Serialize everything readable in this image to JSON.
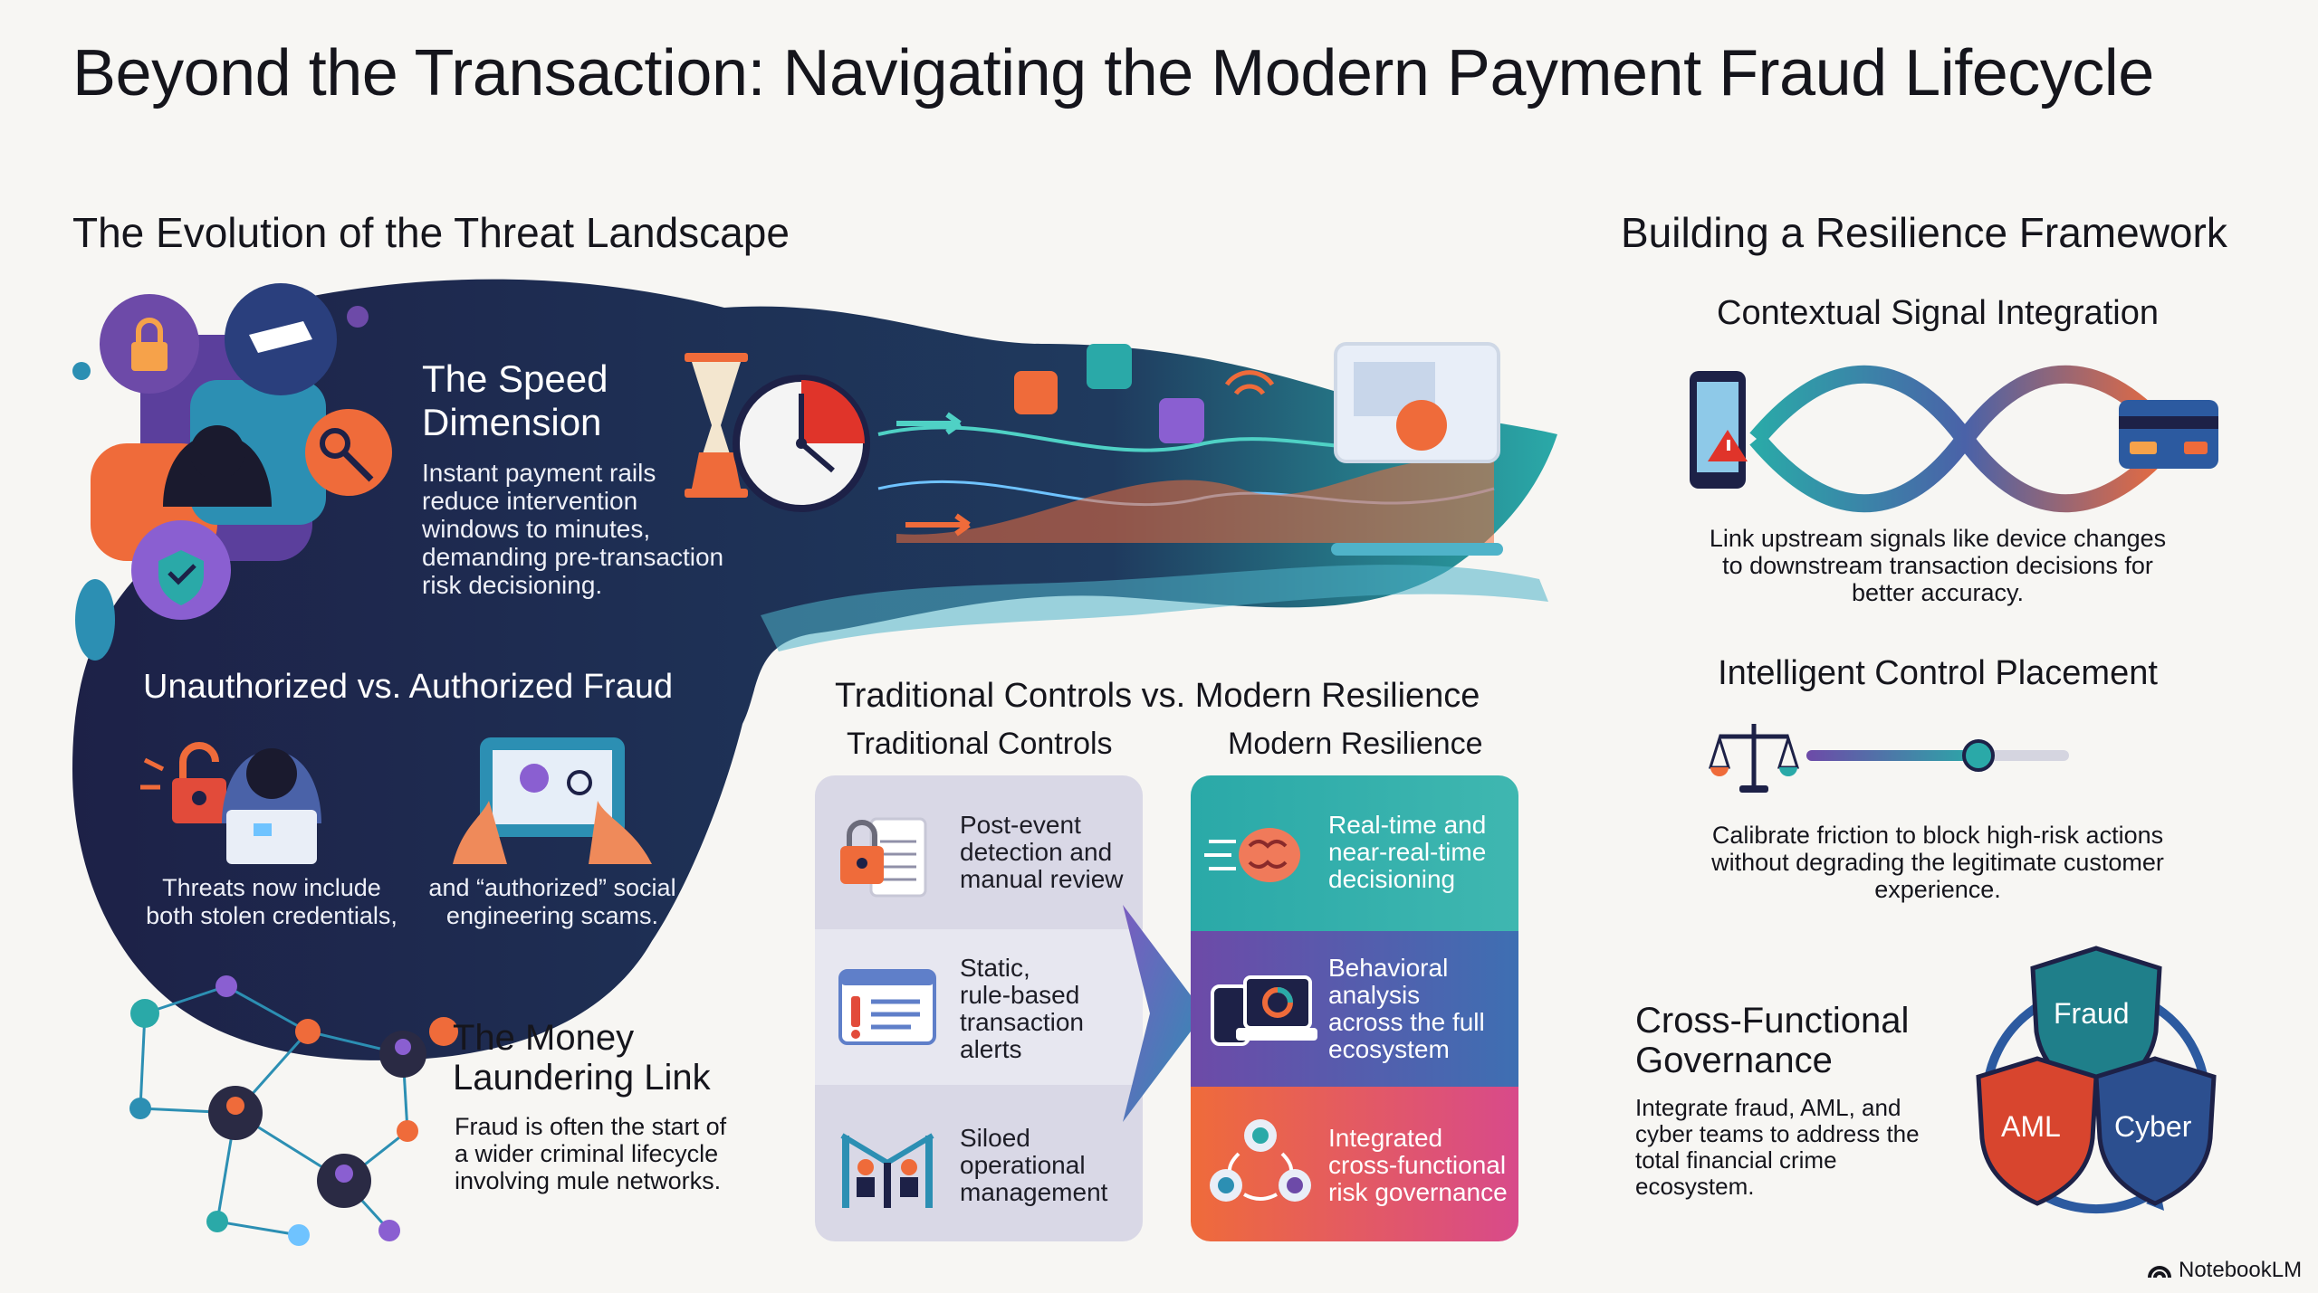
{
  "title": "Beyond the Transaction: Navigating the Modern Payment Fraud Lifecycle",
  "left": {
    "heading": "The Evolution of the Threat Landscape",
    "speed": {
      "title_line1": "The Speed",
      "title_line2": "Dimension",
      "body": [
        "Instant payment rails",
        "reduce intervention",
        "windows to minutes,",
        "demanding pre-transaction",
        "risk decisioning."
      ]
    },
    "fraud": {
      "title": "Unauthorized vs. Authorized Fraud",
      "left_caption": [
        "Threats now include",
        "both stolen credentials,"
      ],
      "right_caption": [
        "and “authorized” social",
        "engineering scams."
      ]
    },
    "money": {
      "title_line1": "The Money",
      "title_line2": "Laundering Link",
      "body": [
        "Fraud is often the start of",
        "a wider criminal lifecycle",
        "involving mule networks."
      ]
    }
  },
  "middle": {
    "title": "Traditional Controls vs. Modern Resilience",
    "trad_label": "Traditional Controls",
    "modern_label": "Modern Resilience",
    "traditional": [
      {
        "lines": [
          "Post-event",
          "detection and",
          "manual review"
        ],
        "icon": "lock-document-icon"
      },
      {
        "lines": [
          "Static,",
          "rule-based",
          "transaction",
          "alerts"
        ],
        "icon": "alert-list-icon"
      },
      {
        "lines": [
          "Siloed",
          "operational",
          "management"
        ],
        "icon": "cubicle-icon"
      }
    ],
    "modern": [
      {
        "lines": [
          "Real-time and",
          "near-real-time",
          "decisioning"
        ],
        "icon": "brain-icon"
      },
      {
        "lines": [
          "Behavioral",
          "analysis",
          "across the full",
          "ecosystem"
        ],
        "icon": "devices-icon"
      },
      {
        "lines": [
          "Integrated",
          "cross-functional",
          "risk governance"
        ],
        "icon": "team-icon"
      }
    ]
  },
  "right": {
    "heading": "Building a Resilience Framework",
    "signal": {
      "title": "Contextual Signal Integration",
      "body": [
        "Link upstream signals like device changes",
        "to downstream transaction decisions for",
        "better accuracy."
      ]
    },
    "control": {
      "title": "Intelligent Control Placement",
      "body": [
        "Calibrate friction to block high-risk actions",
        "without degrading the legitimate customer",
        "experience."
      ]
    },
    "governance": {
      "title_line1": "Cross-Functional",
      "title_line2": "Governance",
      "body": [
        "Integrate fraud, AML, and",
        "cyber teams to address the",
        "total financial crime",
        "ecosystem."
      ],
      "shields": [
        "Fraud",
        "AML",
        "Cyber"
      ]
    }
  },
  "footer": {
    "brand": "NotebookLM"
  },
  "colors": {
    "navy": "#1d2147",
    "teal": "#2aa9a8",
    "purple": "#6d4aa8",
    "orange": "#ef6b3a"
  }
}
